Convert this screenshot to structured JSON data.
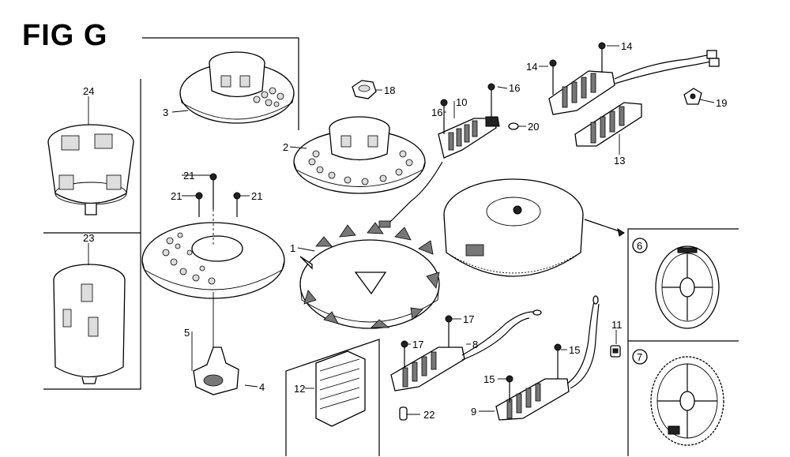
{
  "title": "FIG G",
  "callouts": {
    "c1": "1",
    "c2": "2",
    "c3": "3",
    "c4": "4",
    "c5": "5",
    "c6": "6",
    "c7": "7",
    "c8": "8",
    "c9": "9",
    "c10": "10",
    "c11": "11",
    "c12": "12",
    "c13": "13",
    "c14a": "14",
    "c14b": "14",
    "c15a": "15",
    "c15b": "15",
    "c16a": "16",
    "c16b": "16",
    "c17a": "17",
    "c17b": "17",
    "c18": "18",
    "c19": "19",
    "c20": "20",
    "c21a": "21",
    "c21b": "21",
    "c21c": "21",
    "c22": "22",
    "c23": "23",
    "c24": "24"
  }
}
